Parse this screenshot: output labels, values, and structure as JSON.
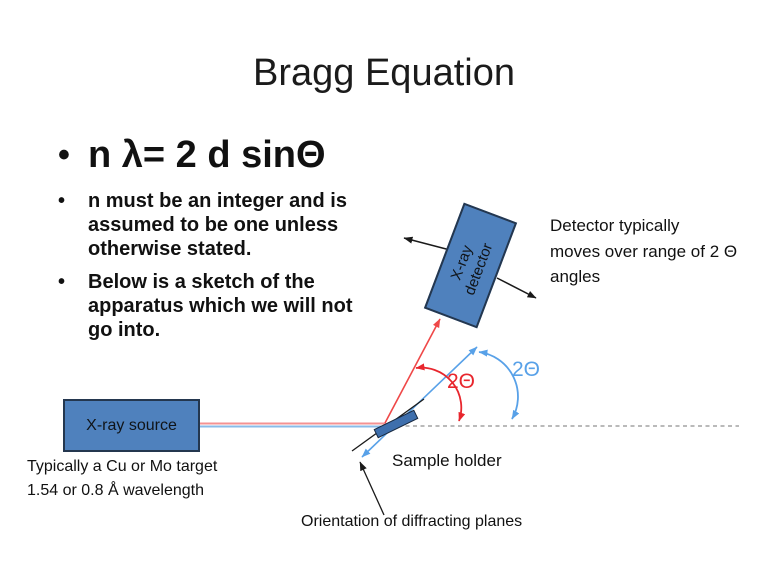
{
  "slide": {
    "title": "Bragg Equation",
    "bullet_char": "•",
    "equation": "n λ= 2 d sinΘ",
    "bullets": [
      "n must be an integer and is\nassumed to be one unless\notherwise stated.",
      "Below is a sketch of the\napparatus which we will not\ngo into."
    ]
  },
  "diagram": {
    "detector_label": "X-ray\ndetector",
    "detector_note": "Detector typically\nmoves over range of 2 Θ\nangles",
    "source_label": "X-ray source",
    "source_caption": "Typically a Cu or Mo target\n1.54 or 0.8 Å wavelength",
    "sample_label": "Sample holder",
    "orientation_label": "Orientation of diffracting planes",
    "angle_red": "2Θ",
    "angle_blue": "2Θ"
  },
  "colors": {
    "shape-fill": "#4f81bd",
    "shape-border": "#24374f",
    "sample-fill": "#3e6fad",
    "sample-border": "#17283f",
    "red-strong": "#e8262d",
    "red-line": "#ef4848",
    "red-beam": "#f49292",
    "blue-line": "#58a1e8",
    "blue-beam": "#8abbe8",
    "dash-gray": "#909090",
    "arrow-black": "#1a1a1a",
    "text": "#111111"
  }
}
